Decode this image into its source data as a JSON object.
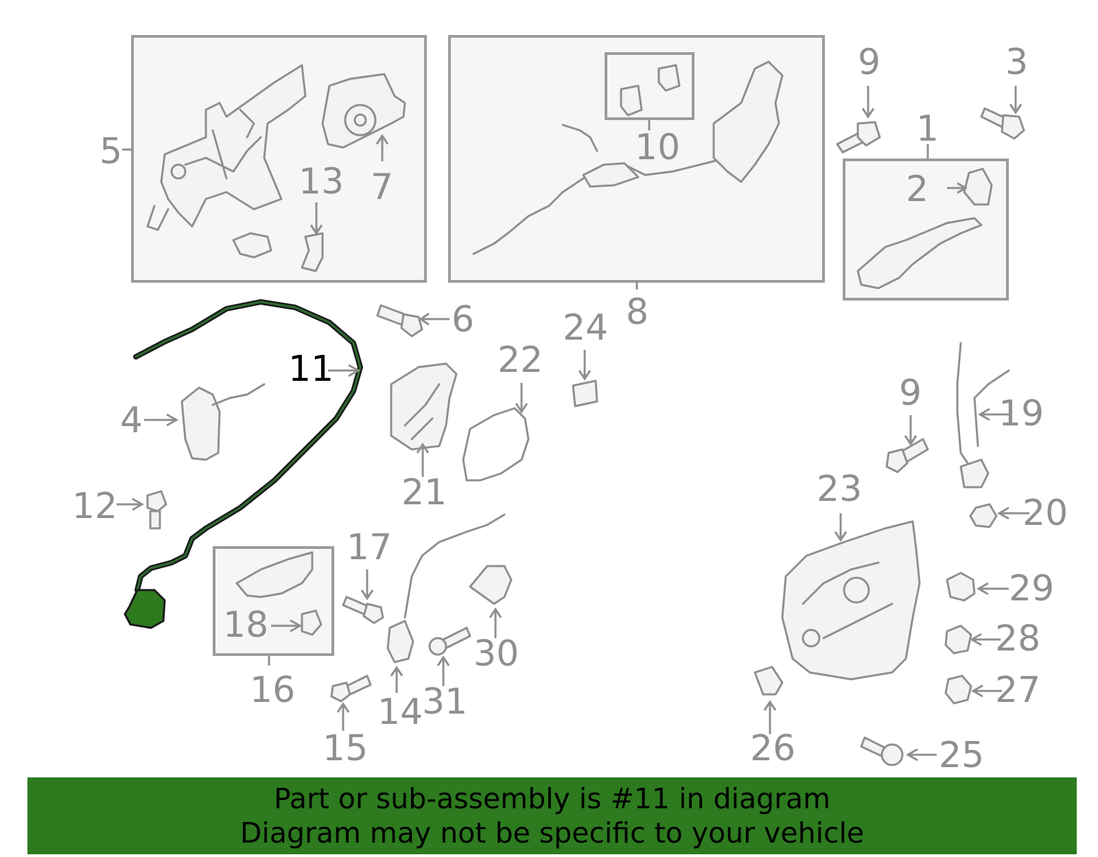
{
  "labels": {
    "p1": "1",
    "p2": "2",
    "p3": "3",
    "p4": "4",
    "p5": "5",
    "p6": "6",
    "p7": "7",
    "p8": "8",
    "p9a": "9",
    "p9b": "9",
    "p10": "10",
    "p11": "11",
    "p12": "12",
    "p13": "13",
    "p14": "14",
    "p15": "15",
    "p16": "16",
    "p17": "17",
    "p18": "18",
    "p19": "19",
    "p20": "20",
    "p21": "21",
    "p22": "22",
    "p23": "23",
    "p24": "24",
    "p25": "25",
    "p26": "26",
    "p27": "27",
    "p28": "28",
    "p29": "29",
    "p30": "30",
    "p31": "31"
  },
  "highlighted_part": "11",
  "colors": {
    "highlight": "#2d7a1f",
    "part_stroke": "#8f8f8f",
    "box_fill": "#f6f6f6"
  },
  "banner": {
    "line1": "Part or sub-assembly is #11 in diagram",
    "line2": "Diagram may not be specific to your vehicle"
  }
}
